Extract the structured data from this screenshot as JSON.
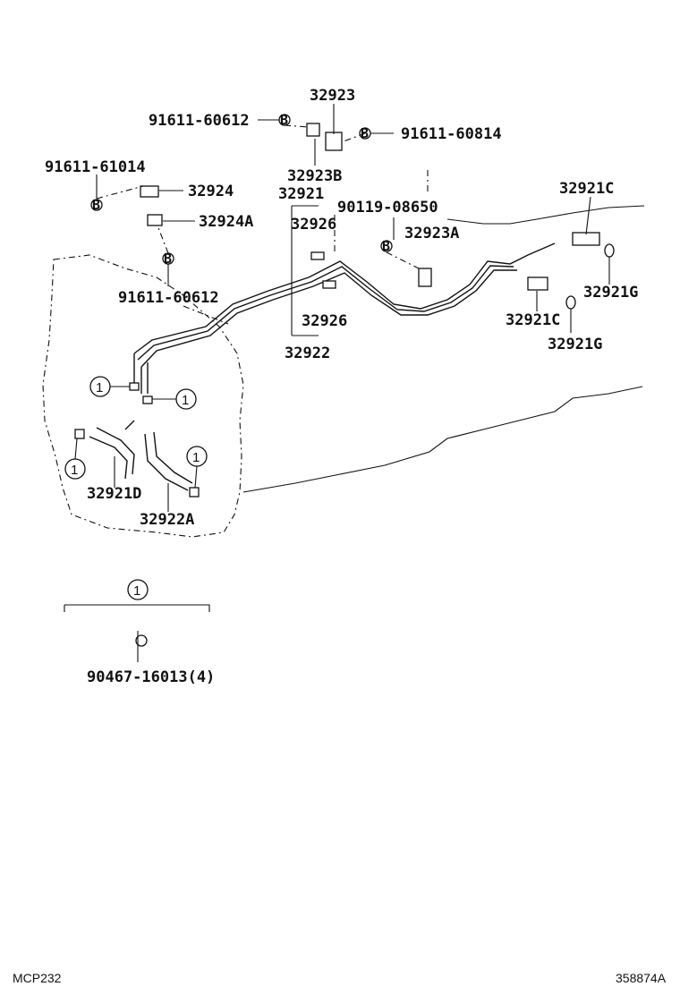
{
  "labels": {
    "p32923": "32923",
    "p91611_60612_top": "91611-60612",
    "p91611_60814": "91611-60814",
    "p32923B": "32923B",
    "p91611_61014": "91611-61014",
    "p32924": "32924",
    "p32921": "32921",
    "p32924A": "32924A",
    "p90119_08650": "90119-08650",
    "p32921C_top": "32921C",
    "p32926_top": "32926",
    "p32923A": "32923A",
    "p91611_60612_mid": "91611-60612",
    "p32921G_top": "32921G",
    "p32926_bottom": "32926",
    "p32921C_bottom": "32921C",
    "p32922": "32922",
    "p32921G_bottom": "32921G",
    "p32921D": "32921D",
    "p32922A": "32922A",
    "p90467": "90467-16013(4)"
  },
  "callout": "1",
  "bolt_marker": "B",
  "footer": {
    "left_code": "MCP232",
    "right_code": "358874A"
  }
}
